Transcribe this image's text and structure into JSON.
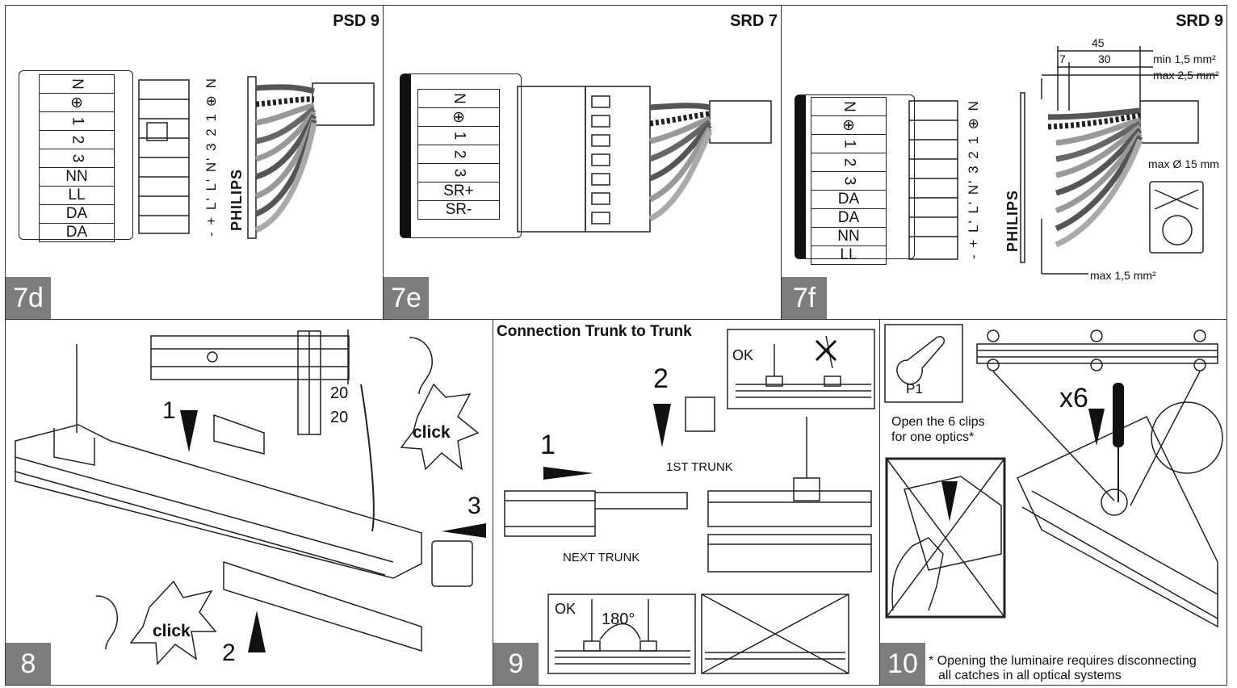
{
  "panels": {
    "p7d": {
      "title": "PSD 9",
      "badge": "7d",
      "terminals": [
        "N",
        "⊕",
        "1",
        "2",
        "3",
        "NN",
        "LL",
        "DA",
        "DA"
      ],
      "side_label": "- + L' L' N' 3 2 1 ⊕ N",
      "brand": "PHILIPS"
    },
    "p7e": {
      "title": "SRD 7",
      "badge": "7e",
      "terminals": [
        "N",
        "⊕",
        "1",
        "2",
        "3",
        "SR+",
        "SR-"
      ]
    },
    "p7f": {
      "title": "SRD 9",
      "badge": "7f",
      "terminals": [
        "N",
        "⊕",
        "1",
        "2",
        "3",
        "DA",
        "DA",
        "NN",
        "LL"
      ],
      "side_label": "- + L' L' N' 3 2 1 ⊕ N",
      "brand": "PHILIPS",
      "dim_total": "45",
      "dim_a": "7",
      "dim_b": "30",
      "min_label": "min 1,5 mm²",
      "max_label": "max 2,5 mm²",
      "diameter_label": "max Ø 15 mm",
      "bottom_max_label": "max 1,5 mm²"
    },
    "p8": {
      "badge": "8",
      "step1": "1",
      "step2": "2",
      "step3": "3",
      "dim1": "20",
      "dim2": "20",
      "click1": "click",
      "click2": "click"
    },
    "p9": {
      "badge": "9",
      "title": "Connection Trunk to Trunk",
      "step1": "1",
      "step2": "2",
      "ok1": "OK",
      "ok2": "OK",
      "angle": "180°",
      "first_trunk": "1ST TRUNK",
      "next_trunk": "NEXT TRUNK"
    },
    "p10": {
      "badge": "10",
      "tool": "P1",
      "count": "x6",
      "instruction_line1": "Open the 6 clips",
      "instruction_line2": "for one optics*",
      "footnote_line1": "* Opening the luminaire requires disconnecting",
      "footnote_line2": "all catches in all optical systems"
    }
  },
  "colors": {
    "border": "#333333",
    "badge_bg": "#7d7d7d",
    "wire_dark": "#555555",
    "wire_light": "#9a9a9a"
  }
}
